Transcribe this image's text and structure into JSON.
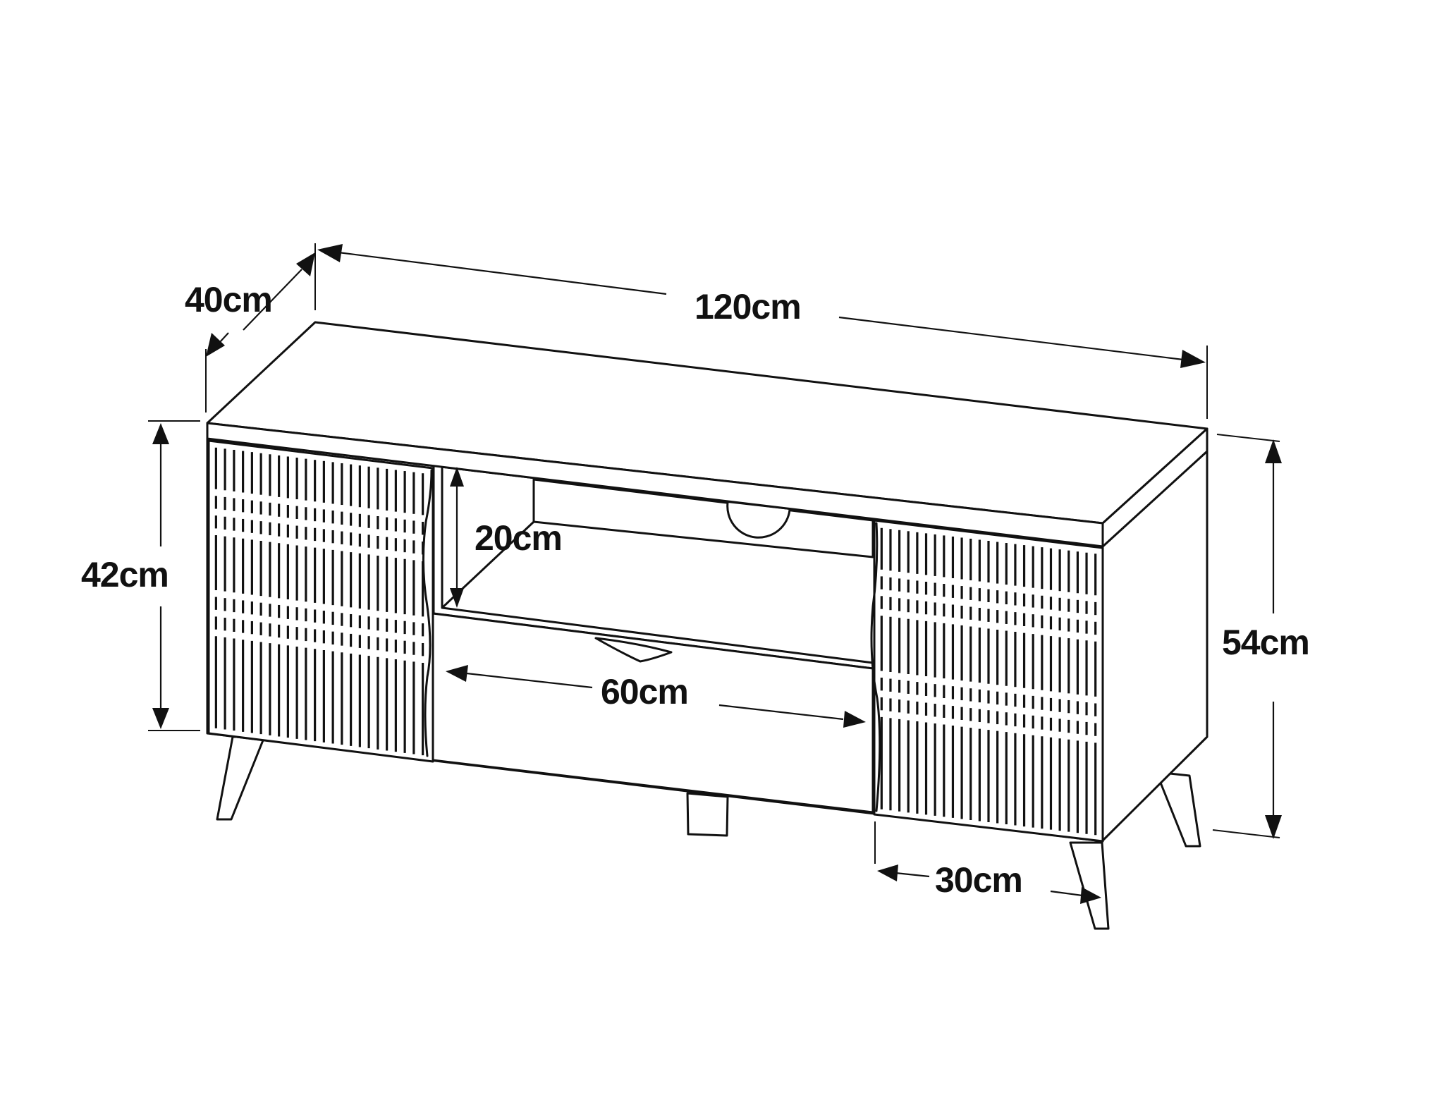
{
  "product": "tv-stand",
  "colors": {
    "line": "#111111",
    "background": "#ffffff"
  },
  "dimensions": {
    "width": "120cm",
    "depth": "40cm",
    "total_height": "54cm",
    "cabinet_height": "42cm",
    "shelf_height": "20cm",
    "drawer_width": "60cm",
    "door_width": "30cm"
  }
}
